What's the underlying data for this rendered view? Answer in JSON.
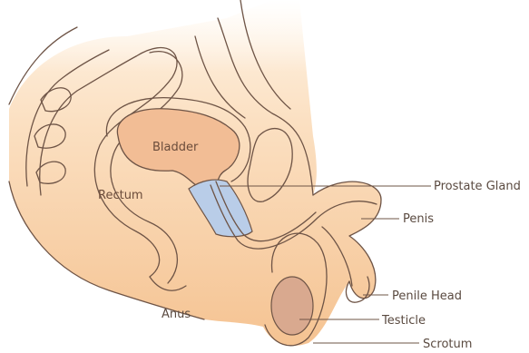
{
  "labels": {
    "bladder": "Bladder",
    "rectum": "Rectum",
    "anus": "Anus",
    "prostate_gland": "Prostate Gland",
    "penis": "Penis",
    "penile_head": "Penile Head",
    "testicle": "Testicle",
    "scrotum": "Scrotum"
  },
  "colors": {
    "skin": "#f5c89a",
    "skin_light": "#fbe3c8",
    "organ": "#f0b98f",
    "prostate": "#b9cde8",
    "testicle": "#d8a68d",
    "outline": "#6e5446"
  }
}
